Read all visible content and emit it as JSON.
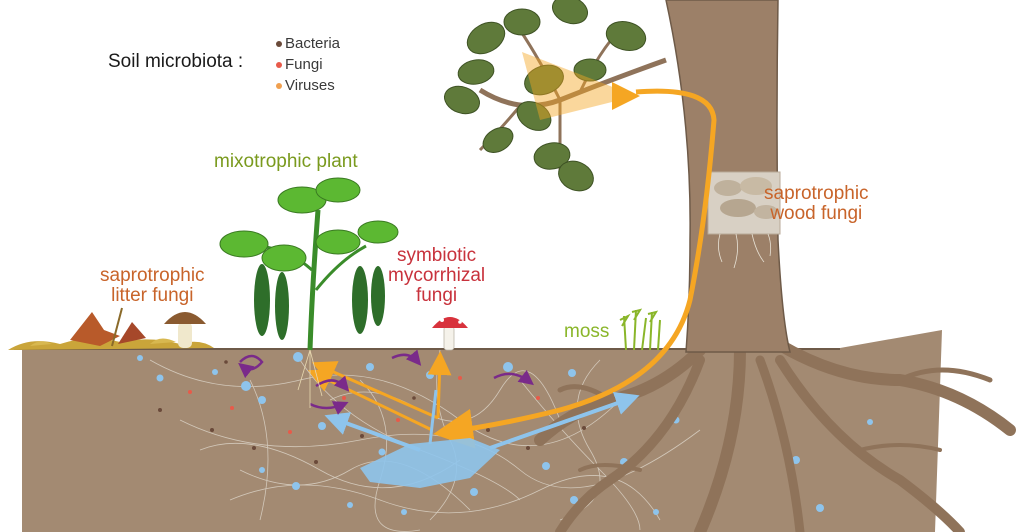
{
  "legend": {
    "title": "Soil microbiota :",
    "items": [
      {
        "label": "Bacteria",
        "color": "#6a4a3a"
      },
      {
        "label": "Fungi",
        "color": "#e85a4a"
      },
      {
        "label": "Viruses",
        "color": "#f0a050"
      }
    ]
  },
  "labels": {
    "mixotrophic_plant": "mixotrophic plant",
    "saprotrophic_litter_fungi": "saprotrophic\nlitter fungi",
    "symbiotic_mycorrhizal_fungi": "symbiotic\nmycorrhizal\nfungi",
    "moss": "moss",
    "saprotrophic_wood_fungi": "saprotrophic\nwood fungi"
  },
  "colors": {
    "soil": "#a38a72",
    "trunk": "#9c8068",
    "carbon_flow": "#f5a623",
    "nutrient_flow": "#8ec4ec",
    "cycle_arrow": "#7a2a8a",
    "leaf": "#5f7a3a",
    "plant": "#5cb832"
  }
}
